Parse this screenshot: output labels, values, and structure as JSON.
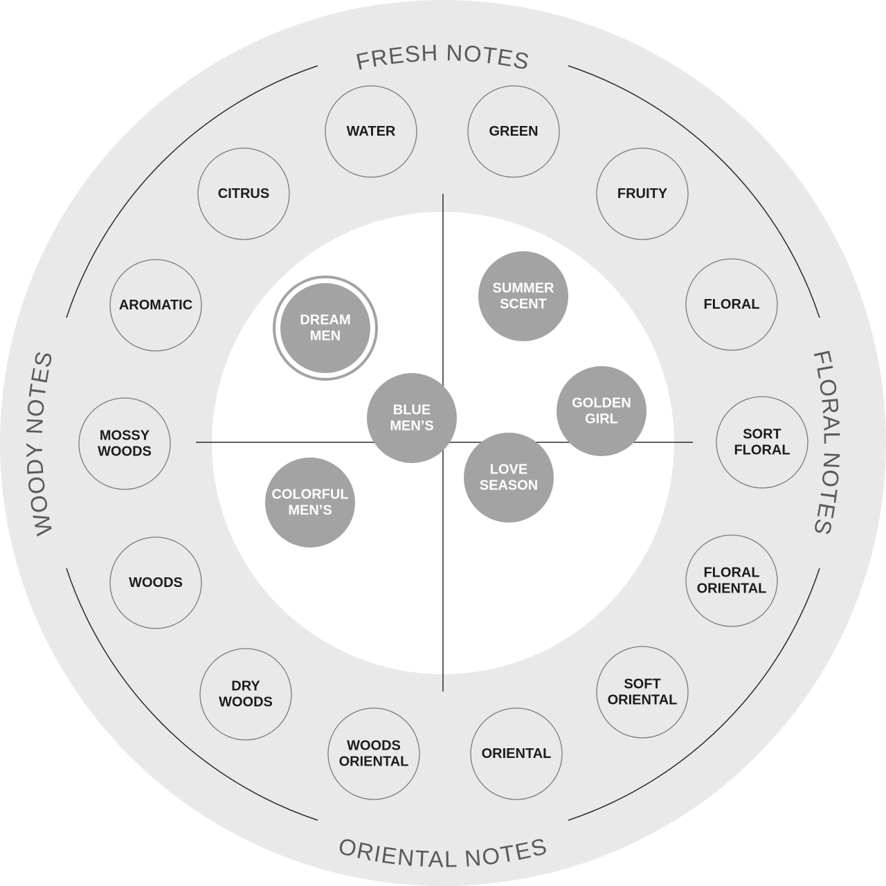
{
  "families": {
    "fresh": "FRESH NOTES",
    "floral": "FLORAL NOTES",
    "oriental": "ORIENTAL NOTES",
    "woody": "WOODY NOTES"
  },
  "notes": [
    {
      "id": "water",
      "lines": [
        "WATER"
      ]
    },
    {
      "id": "green",
      "lines": [
        "GREEN"
      ]
    },
    {
      "id": "fruity",
      "lines": [
        "FRUITY"
      ]
    },
    {
      "id": "floral",
      "lines": [
        "FLORAL"
      ]
    },
    {
      "id": "sort-floral",
      "lines": [
        "SORT",
        "FLORAL"
      ]
    },
    {
      "id": "floral-oriental",
      "lines": [
        "FLORAL",
        "ORIENTAL"
      ]
    },
    {
      "id": "soft-oriental",
      "lines": [
        "SOFT",
        "ORIENTAL"
      ]
    },
    {
      "id": "oriental",
      "lines": [
        "ORIENTAL"
      ]
    },
    {
      "id": "woods-oriental",
      "lines": [
        "WOODS",
        "ORIENTAL"
      ]
    },
    {
      "id": "dry-woods",
      "lines": [
        "DRY",
        "WOODS"
      ]
    },
    {
      "id": "woods",
      "lines": [
        "WOODS"
      ]
    },
    {
      "id": "mossy-woods",
      "lines": [
        "MOSSY",
        "WOODS"
      ]
    },
    {
      "id": "aromatic",
      "lines": [
        "AROMATIC"
      ]
    },
    {
      "id": "citrus",
      "lines": [
        "CITRUS"
      ]
    }
  ],
  "products": [
    {
      "id": "dream-men",
      "lines": [
        "DREAM",
        "MEN"
      ],
      "highlighted": true
    },
    {
      "id": "summer-scent",
      "lines": [
        "SUMMER",
        "SCENT"
      ],
      "highlighted": false
    },
    {
      "id": "blue-mens",
      "lines": [
        "BLUE",
        "MEN’S"
      ],
      "highlighted": false
    },
    {
      "id": "golden-girl",
      "lines": [
        "GOLDEN",
        "GIRL"
      ],
      "highlighted": false
    },
    {
      "id": "love-season",
      "lines": [
        "LOVE",
        "SEASON"
      ],
      "highlighted": false
    },
    {
      "id": "colorful-mens",
      "lines": [
        "COLORFUL",
        "MEN’S"
      ],
      "highlighted": false
    }
  ],
  "colors": {
    "outer_ring": "#e9e9e9",
    "inner_disc": "#ffffff",
    "note_circle_stroke": "#7a7a7a",
    "product_fill": "#a3a3a3",
    "family_text": "#5a5a5a",
    "note_text": "#1c1c1c",
    "product_text": "#ffffff",
    "lines": "#2a2a2a"
  }
}
